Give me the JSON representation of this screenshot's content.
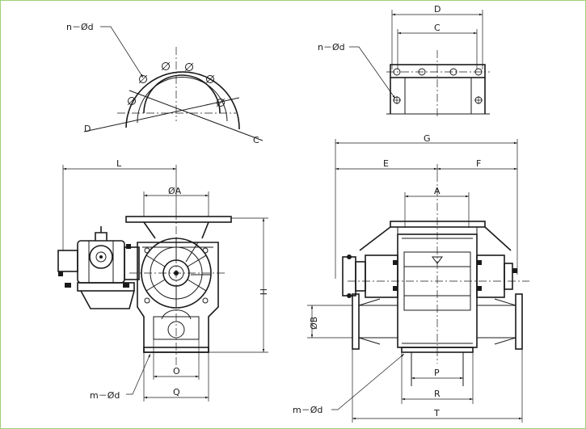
{
  "labels": {
    "top_left_hole": "n－Ød",
    "top_left_D": "D",
    "top_left_C": "C",
    "top_right_D": "D",
    "top_right_C": "C",
    "top_right_hole": "n－Ød",
    "left_L": "L",
    "left_A": "ØA",
    "left_H": "H",
    "left_O": "O",
    "left_Q": "Q",
    "left_hole": "m－Ød",
    "right_G": "G",
    "right_E": "E",
    "right_F": "F",
    "right_A": "A",
    "right_B": "ØB",
    "right_P": "P",
    "right_R": "R",
    "right_T": "T",
    "right_hole": "m－Ød"
  },
  "colors": {
    "frame_border": "#9fd07a",
    "ink": "#1a1a1a"
  }
}
